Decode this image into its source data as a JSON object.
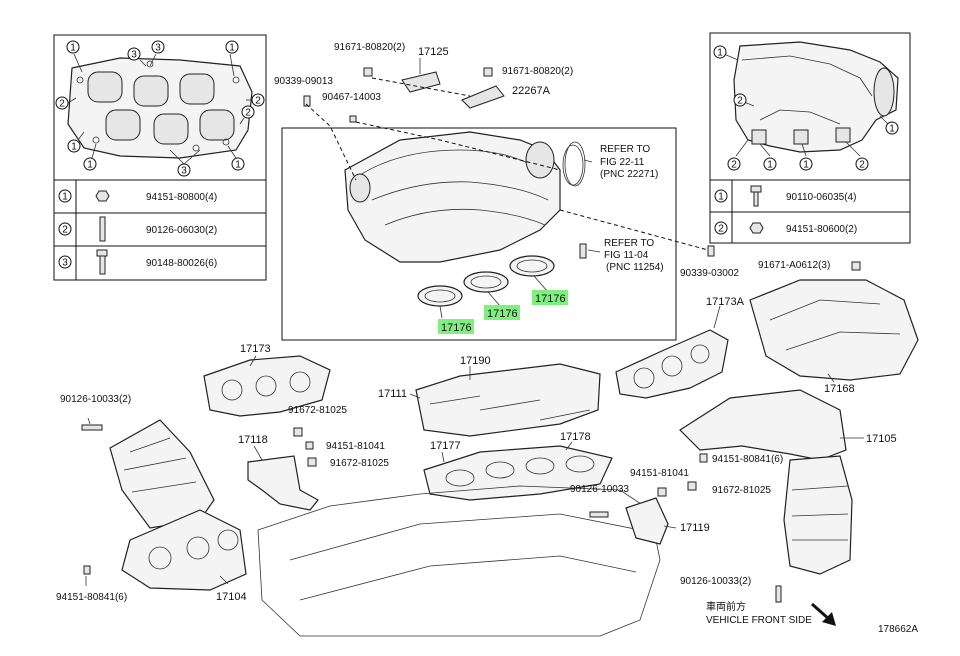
{
  "parts": {
    "p17125": "17125",
    "p91671_80820a": "91671-80820(2)",
    "p91671_80820b": "91671-80820(2)",
    "p22267A": "22267A",
    "p90339_09013": "90339-09013",
    "p90467_14003": "90467-14003",
    "p17176a": "17176",
    "p17176b": "17176",
    "p17176c": "17176",
    "p17190": "17190",
    "p90339_03002": "90339-03002",
    "p91671_A0612": "91671-A0612(3)",
    "p17173A": "17173A",
    "p17168": "17168",
    "p17173": "17173",
    "p17111": "17111",
    "p90126_10033a": "90126-10033(2)",
    "p91672_81025a": "91672-81025",
    "p94151_81041a": "94151-81041",
    "p91672_81025b": "91672-81025",
    "p17118": "17118",
    "p17177": "17177",
    "p17178": "17178",
    "p17105": "17105",
    "p94151_80841a": "94151-80841(6)",
    "p94151_81041b": "94151-81041",
    "p90126_10033b": "90126-10033",
    "p91672_81025c": "91672-81025",
    "p17119": "17119",
    "p90126_10033c": "90126-10033(2)",
    "p94151_80841b": "94151-80841(6)",
    "p17104": "17104"
  },
  "refs": {
    "refer1_l1": "REFER TO",
    "refer1_l2": "FIG 22-11",
    "refer1_l3": "(PNC 22271)",
    "refer2_l1": "REFER TO",
    "refer2_l2": "FIG 11-04",
    "refer2_l3": "(PNC 11254)"
  },
  "left_table": {
    "rows": [
      {
        "num": "1",
        "part": "94151-80800(4)"
      },
      {
        "num": "2",
        "part": "90126-06030(2)"
      },
      {
        "num": "3",
        "part": "90148-80026(6)"
      }
    ]
  },
  "left_inset_callouts": [
    "1",
    "2",
    "3",
    "3",
    "1",
    "2",
    "2",
    "1",
    "3",
    "1",
    "1"
  ],
  "right_table": {
    "rows": [
      {
        "num": "1",
        "part": "90110-06035(4)"
      },
      {
        "num": "2",
        "part": "94151-80600(2)"
      }
    ]
  },
  "right_inset_callouts": [
    "1",
    "2",
    "1",
    "1",
    "2",
    "1",
    "2"
  ],
  "footer": {
    "front_jp": "車両前方",
    "front_en": "VEHICLE FRONT SIDE",
    "fig_id": "178662A"
  }
}
